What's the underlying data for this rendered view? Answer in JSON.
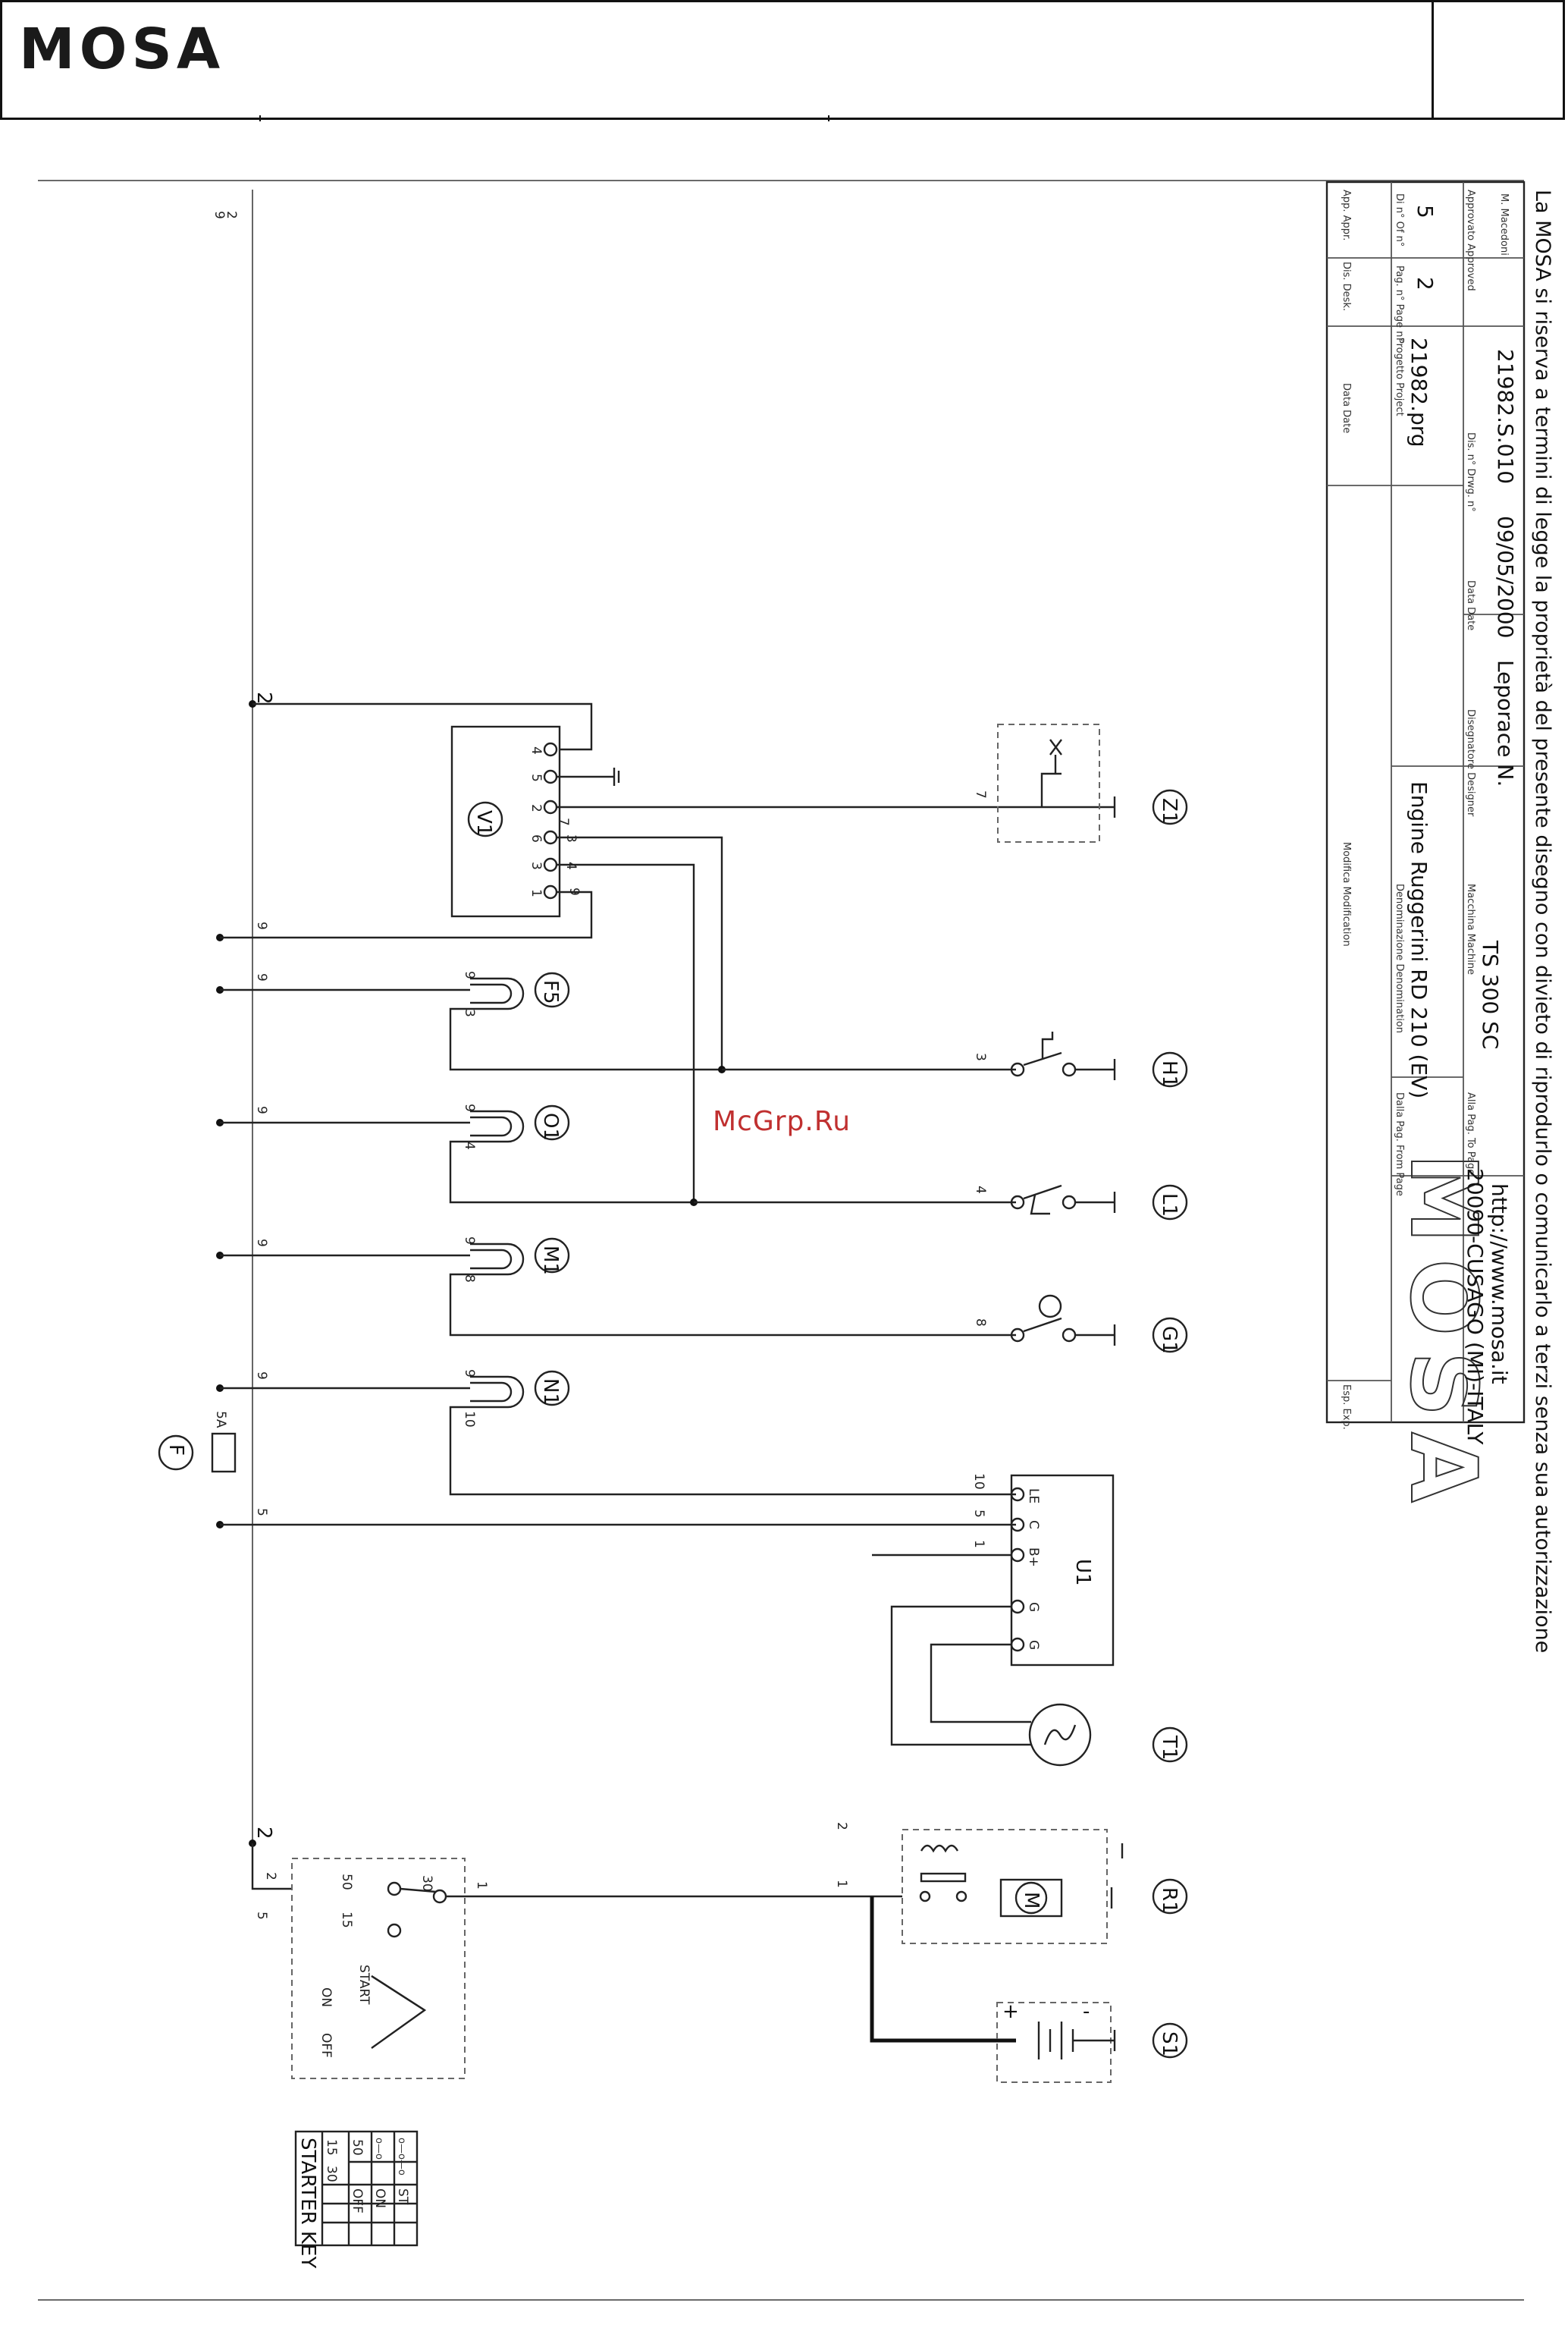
{
  "header": {
    "brand": "MOSA"
  },
  "watermark": "McGrp.Ru",
  "components": {
    "V1": "V1",
    "Z1": "Z1",
    "F5": "F5",
    "H1": "H1",
    "O1": "O1",
    "L1": "L1",
    "M1": "M1",
    "G1": "G1",
    "N1": "N1",
    "F": "F",
    "U1": "U1",
    "T1": "T1",
    "R1": "R1",
    "S1": "S1"
  },
  "labels": {
    "fuse_rating": "5A",
    "motor": "M",
    "u1_terminals": [
      "LE",
      "C",
      "B+",
      "G",
      "G"
    ],
    "starter_positions": {
      "on": "ON",
      "off": "OFF",
      "start": "START"
    }
  },
  "starter_table": {
    "title": "STARTER KEY",
    "columns": [
      "30",
      "15",
      "50"
    ],
    "rows": [
      {
        "label": "OFF",
        "marks": ""
      },
      {
        "label": "ON",
        "marks": "o—o"
      },
      {
        "label": "ST",
        "marks": "o—o—o"
      }
    ]
  },
  "title_block": {
    "esp_label": "Esp. Exp.",
    "dalla_pag_label": "Dalla Pag. From Page",
    "alla_pag_label": "Alla Pag. To Page",
    "modifica_label": "Modifica Modification",
    "data_label": "Data Date",
    "dis_label": "Dis. Desk.",
    "app_label": "App. Appr.",
    "denominazione_label": "Denominazione Denomination",
    "denominazione": "Engine Ruggerini RD 210 (EV)",
    "macchina_label": "Macchina Machine",
    "macchina": "TS 300 SC",
    "progetto_label": "Progetto Project",
    "progetto": "21982.prg",
    "pag_label": "Pag. n° Page n°",
    "pag": "2",
    "di_label": "Di n° Of n°",
    "di": "5",
    "disegnatore_label": "Disegnatore Designer",
    "disegnatore": "Leporace N.",
    "data2_label": "Data Date",
    "data2": "09/05/2000",
    "dis_n_label": "Dis. n° Drwg. n°",
    "dis_n": "21982.S.010",
    "approvato_label": "Approvato Approved",
    "approvato": "M. Macedoni",
    "address": "20090-CUSAGO (MI)-ITALY",
    "web": "http://www.mosa.it",
    "brand": "MOSA",
    "footer": "La MOSA si riserva a termini di legge la proprietà del presente disegno con divieto di riprodurlo o comunicarlo a terzi senza sua autorizzazione"
  },
  "wire_numbers": {
    "n2": "2",
    "n9": "9",
    "n5": "5",
    "n7": "7",
    "n3": "3",
    "n4": "4",
    "n8": "8",
    "n10": "10",
    "n1": "1",
    "n6": "6",
    "n30": "30",
    "n15": "15",
    "n50": "50"
  }
}
